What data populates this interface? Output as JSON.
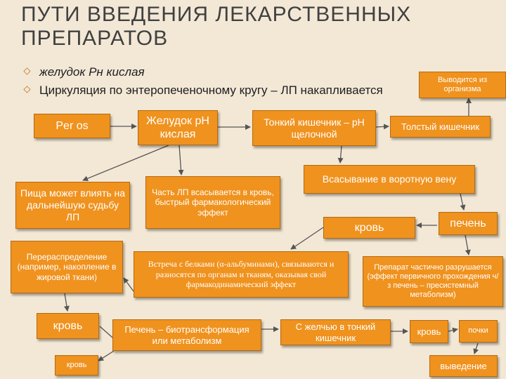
{
  "slide": {
    "title": "ПУТИ ВВЕДЕНИЯ ЛЕКАРСТВЕННЫХ ПРЕПАРАТОВ",
    "bullets": [
      "желудок Рн кислая",
      "Циркуляция по энтеропеченочному кругу – ЛП накапливается"
    ]
  },
  "nodes": {
    "per_os": "Per os",
    "stomach": "Желудок рН кислая",
    "small_intestine": "Тонкий кишечник – рН щелочной",
    "large_intestine": "Толстый кишечник",
    "excreted": "Выводится из организма",
    "portal": "Всасывание в воротную вену",
    "food": "Пища может влиять на дальнейшую судьбу ЛП",
    "partial_absorb": "Часть ЛП всасывается в кровь, быстрый фармакологический эффект",
    "blood1": "кровь",
    "liver1": "печень",
    "redistribution": "Перераспределение (например, накопление в жировой ткани)",
    "proteins": "Встреча с белками (α-альбуминами), связываются и разносятся по органам и тканям, оказывая свой фармакодинамический эффект",
    "first_pass": "Препарат частично разрушается (эффект первичного прохождения ч/з печень – пресистемный метаболизм)",
    "blood2": "кровь",
    "liver_bio": "Печень – биотрансформация или метаболизм",
    "bile": "С желчью в тонкий кишечник",
    "blood3": "кровь",
    "kidneys": "почки",
    "blood4": "кровь",
    "elimination": "выведение"
  },
  "colors": {
    "box": "#f0921e",
    "box_border": "#b36a12",
    "background": "#f3e8d6",
    "arrow": "#555555"
  }
}
